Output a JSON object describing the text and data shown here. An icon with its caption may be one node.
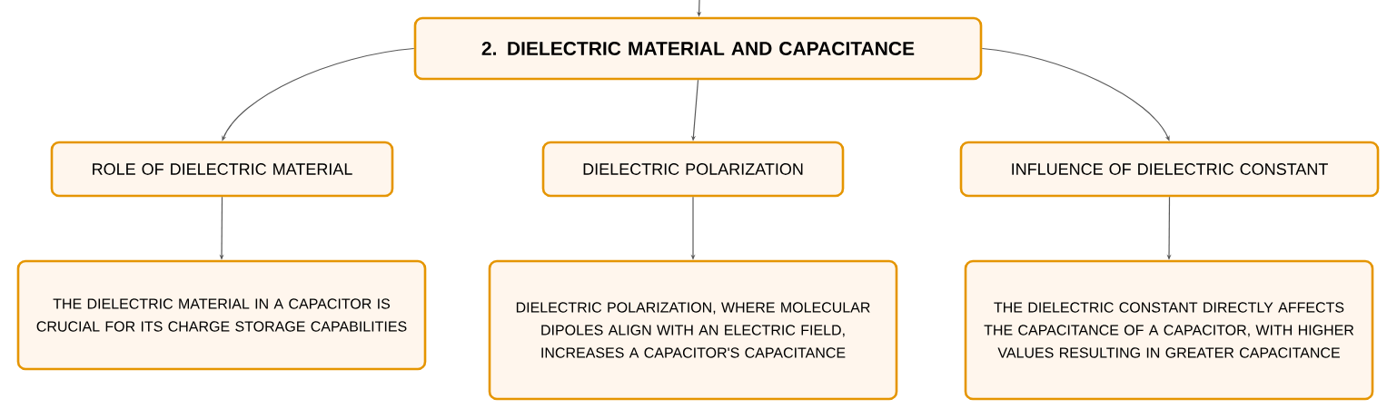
{
  "diagram": {
    "nodes": [
      {
        "text": [
          "2. DIELECTRIC MATERIAL AND CAPACITANCE"
        ]
      },
      {
        "text": [
          "ROLE OF DIELECTRIC MATERIAL"
        ]
      },
      {
        "text": [
          "DIELECTRIC POLARIZATION"
        ]
      },
      {
        "text": [
          "INFLUENCE OF DIELECTRIC CONSTANT"
        ]
      },
      {
        "text": [
          "THE DIELECTRIC MATERIAL IN A CAPACITOR IS CRUCIAL FOR ITS CHARGE STORAGE CAPABILITIES"
        ]
      },
      {
        "text": [
          "DIELECTRIC POLARIZATION, WHERE MOLECULAR DIPOLES ALIGN WITH AN ELECTRIC FIELD, INCREASES A CAPACITOR'S CAPACITANCE"
        ]
      },
      {
        "text": [
          "THE DIELECTRIC CONSTANT DIRECTLY AFFECTS THE CAPACITANCE OF A CAPACITOR, WITH HIGHER VALUES RESULTING IN GREATER CAPACITANCE"
        ]
      }
    ],
    "edges": [
      {
        "from": null,
        "to": 0,
        "arrow": "to"
      },
      {
        "from": 0,
        "to": 1,
        "arrow": "to"
      },
      {
        "from": 0,
        "to": 2,
        "arrow": "to"
      },
      {
        "from": 0,
        "to": 3,
        "arrow": "to"
      },
      {
        "from": 1,
        "to": 4,
        "arrow": "to"
      },
      {
        "from": 2,
        "to": 5,
        "arrow": "to"
      },
      {
        "from": 3,
        "to": 6,
        "arrow": "to"
      }
    ]
  }
}
